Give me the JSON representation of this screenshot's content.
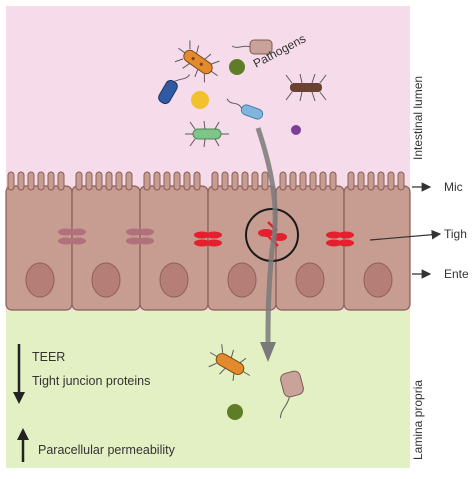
{
  "labels": {
    "pathogens": "Pathogens",
    "intestinal_lumen": "Intestinal lumen",
    "lamina_propria": "Lamina propria",
    "microvilli": "Mic",
    "tight_junction": "Tigh",
    "enterocytes": "Ente",
    "teer": "TEER",
    "tight_junction_proteins": "Tight juncion proteins",
    "paracellular_permeability": "Paracellular permeability"
  },
  "indicators": {
    "teer_direction": "down",
    "permeability_direction": "up"
  },
  "colors": {
    "lumen": "#f6dcea",
    "lamina": "#e2f0c4",
    "cell": "#c79c91",
    "cell_border": "#8a5e57",
    "nucleus": "#b57e77",
    "junction_normal": "#b1707b",
    "junction_damaged": "#e4202e",
    "text": "#333333"
  },
  "icons": [
    "bacterium-icon",
    "virus-particle-icon",
    "broken-junction-icon",
    "arrow-icon"
  ]
}
